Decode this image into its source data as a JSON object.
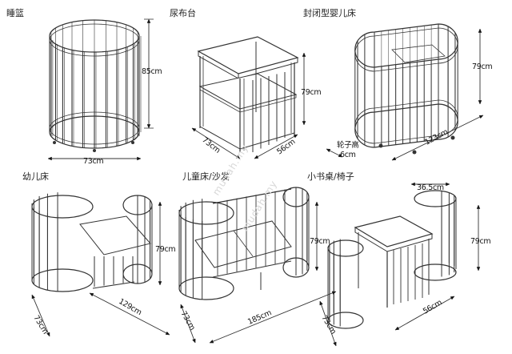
{
  "titles": {
    "crib": "睡篮",
    "changing_table": "尿布台",
    "enclosed_bed": "封闭型婴儿床",
    "toddler_bed": "幼儿床",
    "kids_bed_sofa": "儿童床/沙发",
    "desk_chair": "小书桌/椅子"
  },
  "dims": {
    "crib_h": "85cm",
    "crib_w": "73cm",
    "ct_h": "79cm",
    "ct_d": "73cm",
    "ct_w": "56cm",
    "eb_h": "79cm",
    "eb_l": "123cm",
    "eb_wheel": "轮子高\n6cm",
    "tb_h": "79cm",
    "tb_l": "129cm",
    "tb_w": "73cm",
    "kb_h": "79cm",
    "kb_l": "185cm",
    "kb_w": "73cm",
    "dc_h": "79cm",
    "dc_seat": "36.5cm",
    "dc_w": "73cm",
    "dc_d": "56cm"
  },
  "watermark": [
    "mudah.my",
    "mudah.my"
  ]
}
